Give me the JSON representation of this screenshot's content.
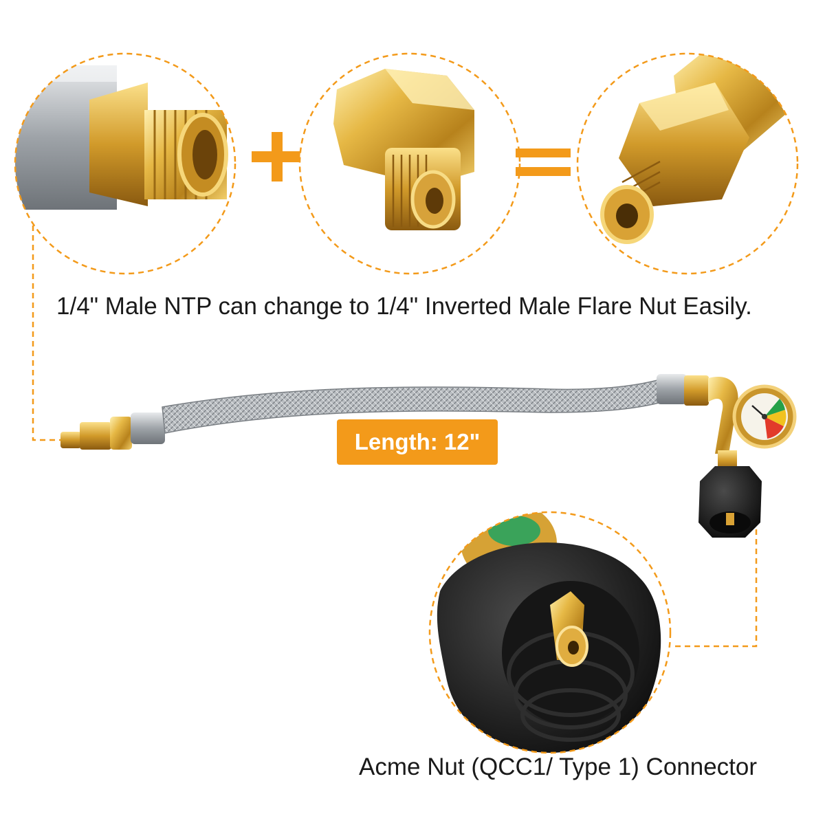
{
  "captions": {
    "top": "1/4\" Male NTP can change to 1/4\" Inverted Male Flare Nut Easily.",
    "bottom": "Acme Nut (QCC1/ Type 1) Connector"
  },
  "badge": {
    "length_label": "Length: 12\""
  },
  "colors": {
    "accent": "#f39a1a",
    "brass": "#d9a633",
    "steel": "#b8bcc0",
    "rubber": "#1c1c1c"
  },
  "icons": {
    "plus": "plus-icon",
    "equals": "equals-icon"
  }
}
